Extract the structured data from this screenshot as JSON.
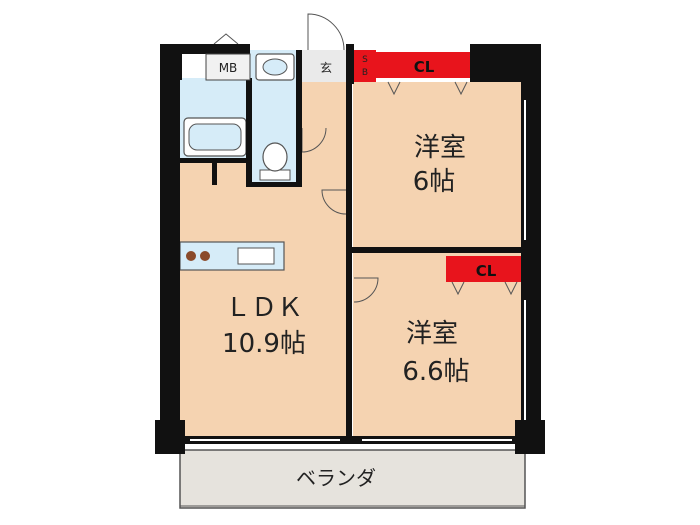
{
  "plan": {
    "ldk": {
      "name": "ＬＤＫ",
      "size": "10.9帖"
    },
    "bedroom_top": {
      "name": "洋室",
      "size": "6帖"
    },
    "bedroom_bottom": {
      "name": "洋室",
      "size": "6.6帖"
    },
    "closet_top": "CL",
    "closet_bottom": "CL",
    "meter_box": "MB",
    "entrance": "玄",
    "shoe_box": [
      "S",
      "B"
    ],
    "balcony": "ベランダ"
  },
  "colors": {
    "floor": "#f5d3b1",
    "wet_area": "#d6ecf8",
    "walls": "#111111",
    "closet": "#e8141c",
    "balcony": "#e6e3dd"
  }
}
